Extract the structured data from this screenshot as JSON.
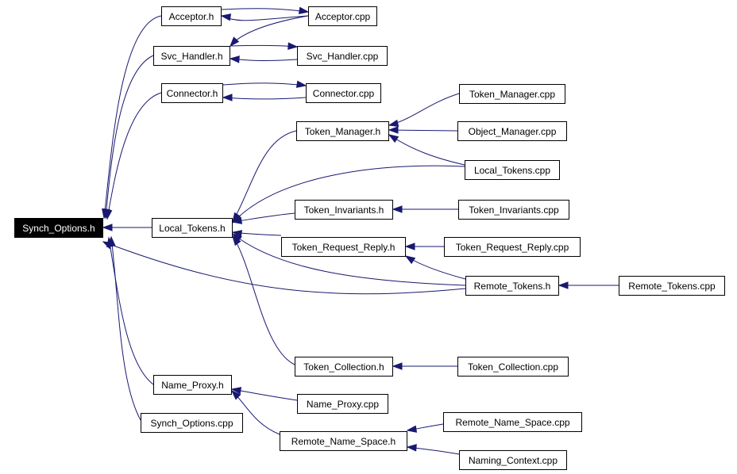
{
  "nodes": {
    "synch_options_h": "Synch_Options.h",
    "local_tokens_h": "Local_Tokens.h",
    "acceptor_h": "Acceptor.h",
    "acceptor_cpp": "Acceptor.cpp",
    "svc_handler_h": "Svc_Handler.h",
    "svc_handler_cpp": "Svc_Handler.cpp",
    "connector_h": "Connector.h",
    "connector_cpp": "Connector.cpp",
    "token_manager_h": "Token_Manager.h",
    "token_manager_cpp": "Token_Manager.cpp",
    "object_manager_cpp": "Object_Manager.cpp",
    "local_tokens_cpp": "Local_Tokens.cpp",
    "token_invariants_h": "Token_Invariants.h",
    "token_invariants_cpp": "Token_Invariants.cpp",
    "token_request_reply_h": "Token_Request_Reply.h",
    "token_request_reply_cpp": "Token_Request_Reply.cpp",
    "remote_tokens_h": "Remote_Tokens.h",
    "remote_tokens_cpp": "Remote_Tokens.cpp",
    "token_collection_h": "Token_Collection.h",
    "token_collection_cpp": "Token_Collection.cpp",
    "name_proxy_h": "Name_Proxy.h",
    "name_proxy_cpp": "Name_Proxy.cpp",
    "synch_options_cpp": "Synch_Options.cpp",
    "remote_name_space_h": "Remote_Name_Space.h",
    "remote_name_space_cpp": "Remote_Name_Space.cpp",
    "naming_context_cpp": "Naming_Context.cpp"
  },
  "colors": {
    "edge": "#191970",
    "root_fill": "#000000",
    "root_text": "#ffffff",
    "node_fill": "#ffffff",
    "node_border": "#000000"
  }
}
